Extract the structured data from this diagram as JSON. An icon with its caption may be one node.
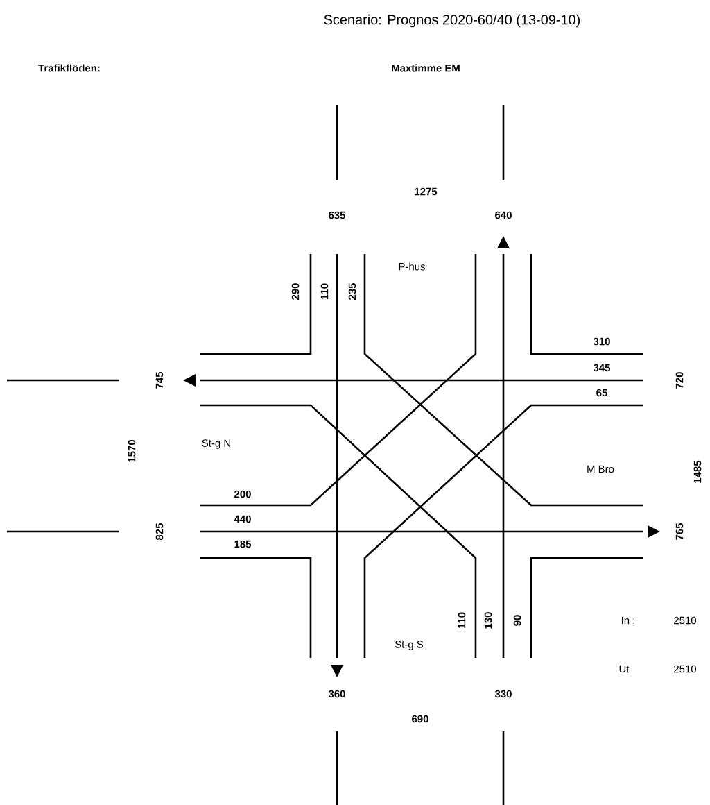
{
  "diagram": {
    "title": "Scenario: Prognos 2020-60/40 (13-09-10)",
    "labels": [
      "Trafikflöden:",
      "Maxtimme EM",
      "1275",
      "635",
      "640",
      "P-hus",
      "290",
      "110",
      "235",
      "310",
      "745",
      "345",
      "720",
      "65",
      "1570",
      "St-g N",
      "M Bro",
      "1485",
      "200",
      "440",
      "825",
      "765",
      "185",
      "110",
      "130",
      "90",
      "In :",
      "2510",
      "St-g S",
      "Ut",
      "2510",
      "360",
      "330",
      "690"
    ]
  }
}
